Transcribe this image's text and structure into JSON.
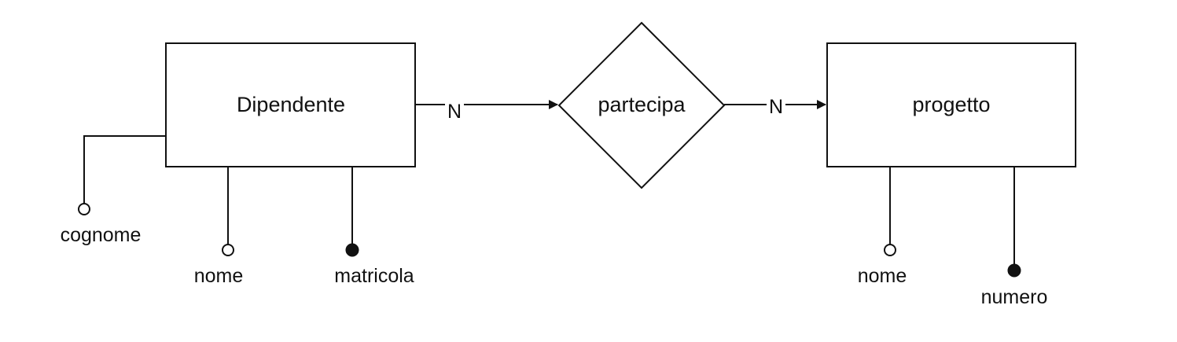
{
  "entities": {
    "dipendente": {
      "name": "Dipendente"
    },
    "progetto": {
      "name": "progetto"
    }
  },
  "relationship": {
    "name": "partecipa"
  },
  "cardinalities": {
    "left": "N",
    "right": "N"
  },
  "attributes": {
    "cognome": {
      "label": "cognome",
      "key": false
    },
    "nome_dip": {
      "label": "nome",
      "key": false
    },
    "matricola": {
      "label": "matricola",
      "key": true
    },
    "nome_prog": {
      "label": "nome",
      "key": false
    },
    "numero": {
      "label": "numero",
      "key": true
    }
  },
  "colors": {
    "stroke": "#111111",
    "background": "#ffffff"
  }
}
